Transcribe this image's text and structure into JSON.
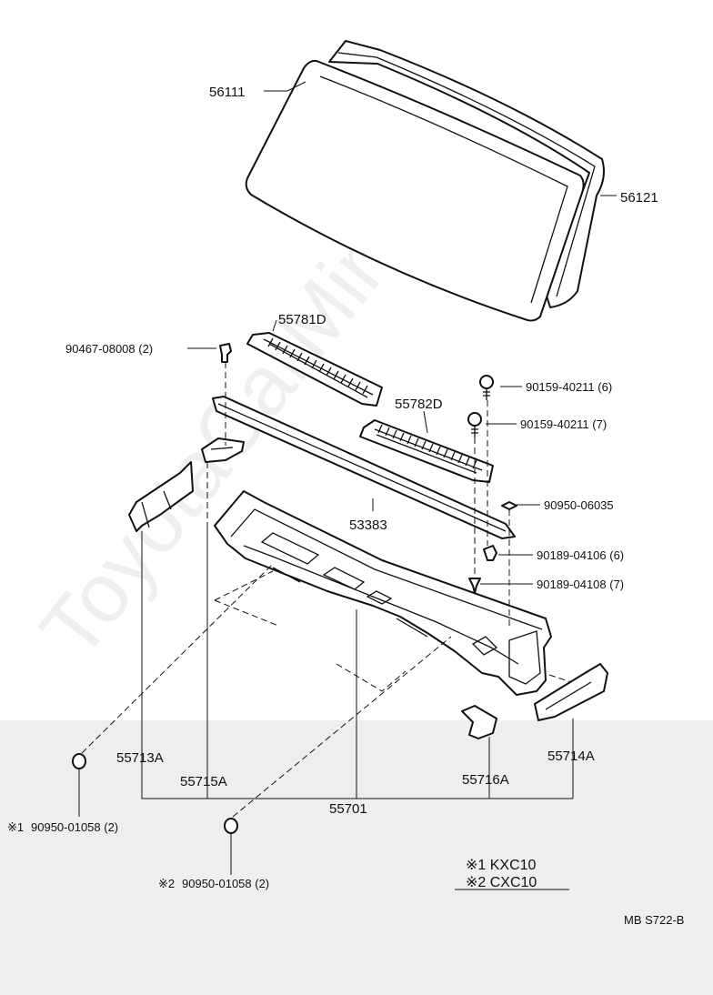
{
  "watermark": "ToyotaCarMine.ru",
  "diagram_ref": "MB S722-B",
  "parts": {
    "windshield_glass": "56111",
    "windshield_weatherstrip": "56121",
    "louver_left": "55781D",
    "louver_right": "55782D",
    "seal": "53383",
    "cowl_panel": "55701",
    "bracket_left": "55713A",
    "bracket_center_left": "55715A",
    "bracket_center_right": "55716A",
    "bracket_right": "55714A"
  },
  "fasteners": {
    "clip_left": "90467-08008 (2)",
    "screw_upper": "90159-40211 (6)",
    "screw_lower": "90159-40211 (7)",
    "cushion": "90950-06035",
    "nut_upper": "90189-04106 (6)",
    "nut_lower": "90189-04108 (7)",
    "grommet_1": "90950-01058 (2)",
    "grommet_2": "90950-01058 (2)"
  },
  "notes": {
    "mark_1": "※1",
    "mark_2": "※2",
    "legend_1": "※1  KXC10",
    "legend_2": "※2  CXC10"
  }
}
